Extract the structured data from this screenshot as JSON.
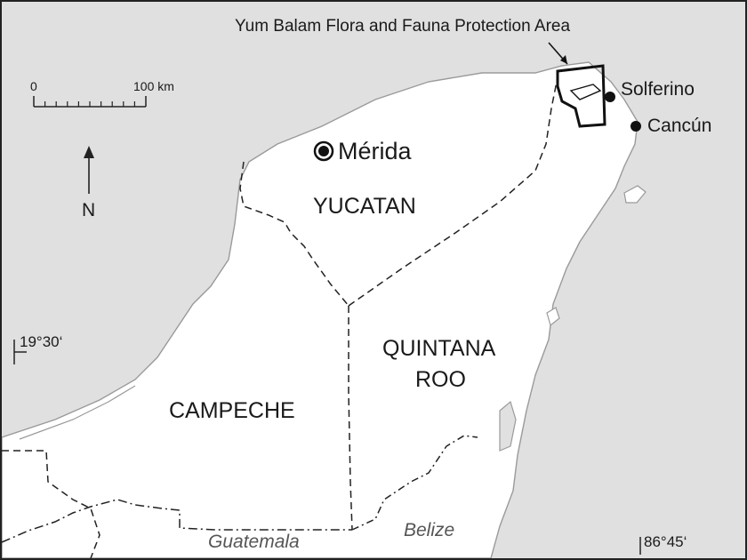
{
  "map": {
    "protected_area_label": "Yum Balam Flora and Fauna Protection Area",
    "scale_bar": {
      "start_label": "0",
      "end_label": "100 km"
    },
    "north_arrow": {
      "label": "N"
    },
    "cities": {
      "merida": "Mérida",
      "solferino": "Solferino",
      "cancun": "Cancún"
    },
    "states": {
      "yucatan": "YUCATAN",
      "quintana_roo_line1": "QUINTANA",
      "quintana_roo_line2": "ROO",
      "campeche": "CAMPECHE"
    },
    "countries": {
      "guatemala": "Guatemala",
      "belize": "Belize"
    },
    "coordinates": {
      "latitude": "19°30‘",
      "longitude": "86°45‘"
    },
    "colors": {
      "sea": "#e0e0e0",
      "land": "#ffffff",
      "coast": "#9a9a9a",
      "boundary": "#222222"
    }
  }
}
